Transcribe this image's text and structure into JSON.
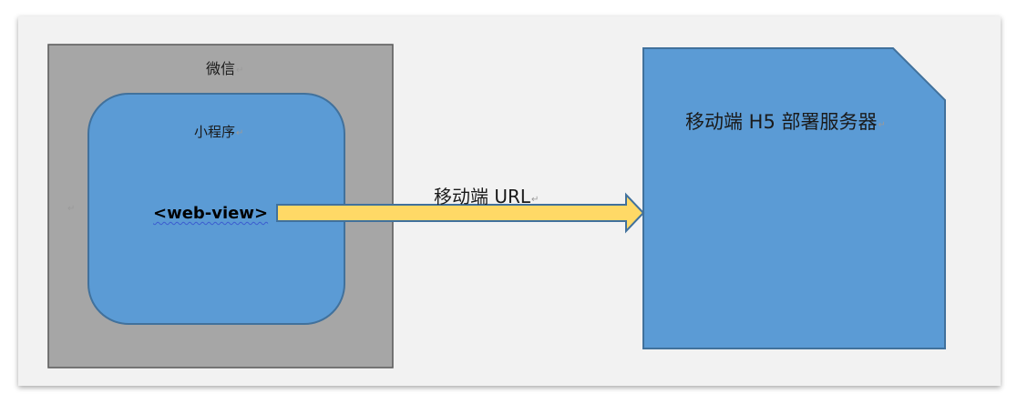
{
  "nodes": {
    "wechat": {
      "label": "微信"
    },
    "mini_program": {
      "label": "小程序"
    },
    "web_view": {
      "label": "<web-view>"
    },
    "server": {
      "label": "移动端 H5 部署服务器"
    }
  },
  "edges": [
    {
      "from": "web_view",
      "to": "server",
      "label": "移动端 URL"
    }
  ],
  "paragraph_mark": "↵",
  "colors": {
    "page": "#f2f2f2",
    "wechat_fill": "#a6a6a6",
    "node_fill": "#5b9bd5",
    "node_stroke": "#41719c",
    "arrow_fill": "#ffd966",
    "arrow_stroke": "#41719c"
  }
}
